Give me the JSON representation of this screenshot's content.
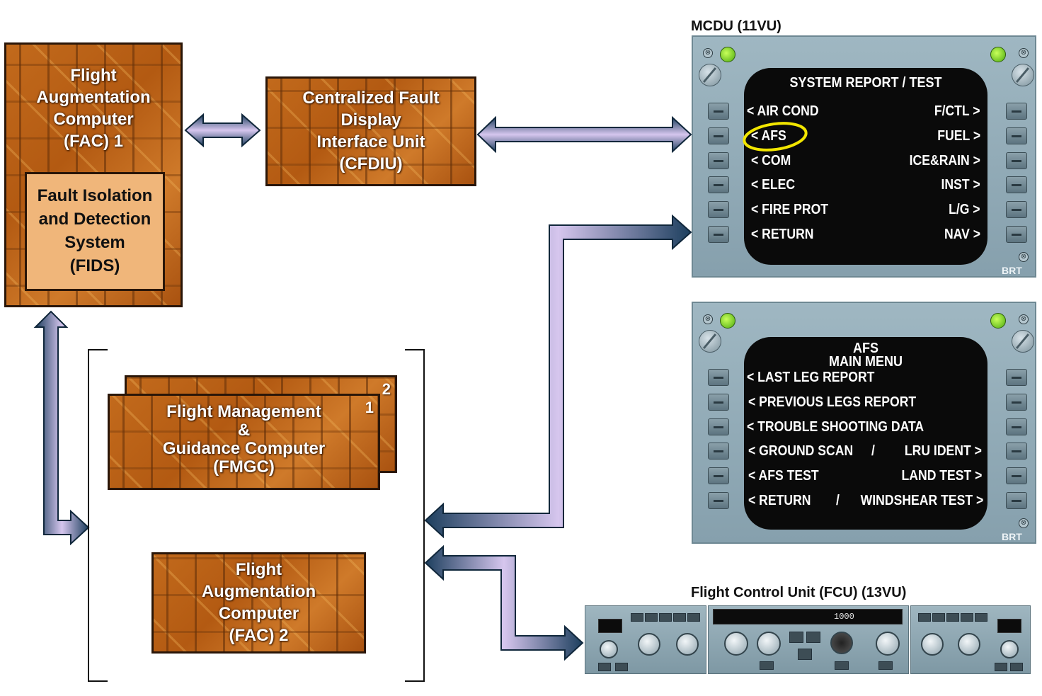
{
  "fac1": {
    "title": "Flight\nAugmentation\nComputer\n(FAC) 1",
    "fids": "Fault Isolation\nand Detection\nSystem\n(FIDS)"
  },
  "cfdiu": {
    "title": "Centralized Fault\nDisplay\nInterface Unit\n(CFDIU)"
  },
  "fmgc": {
    "title": "Flight Management\n&\nGuidance Computer\n(FMGC)",
    "unit1": "1",
    "unit2": "2"
  },
  "fac2": {
    "title": "Flight\nAugmentation\nComputer\n(FAC) 2"
  },
  "mcdu": {
    "label": "MCDU (11VU)",
    "brt": "BRT",
    "page1": {
      "title": "SYSTEM REPORT / TEST",
      "left": [
        "< AIR COND",
        "< AFS",
        "< COM",
        "< ELEC",
        "< FIRE PROT",
        "< RETURN"
      ],
      "right": [
        "F/CTL >",
        "FUEL >",
        "ICE&RAIN >",
        "INST >",
        "L/G >",
        "NAV >"
      ]
    },
    "page2": {
      "title1": "AFS",
      "title2": "MAIN MENU",
      "left": [
        "< LAST LEG REPORT",
        "< PREVIOUS LEGS REPORT",
        "< TROUBLE SHOOTING DATA",
        "< GROUND SCAN",
        "< AFS TEST",
        "< RETURN"
      ],
      "right": [
        "",
        "",
        "",
        "LRU IDENT >",
        "LAND TEST >",
        "WINDSHEAR TEST >"
      ],
      "separators": [
        "",
        "",
        "",
        "/",
        "",
        "/"
      ]
    }
  },
  "fcu": {
    "label": "Flight Control Unit (FCU) (13VU)",
    "alt_value": "1000"
  },
  "colors": {
    "arrow_dark": "#1f4a6e",
    "arrow_light": "#c9b8e8",
    "highlight": "#f2e600"
  }
}
